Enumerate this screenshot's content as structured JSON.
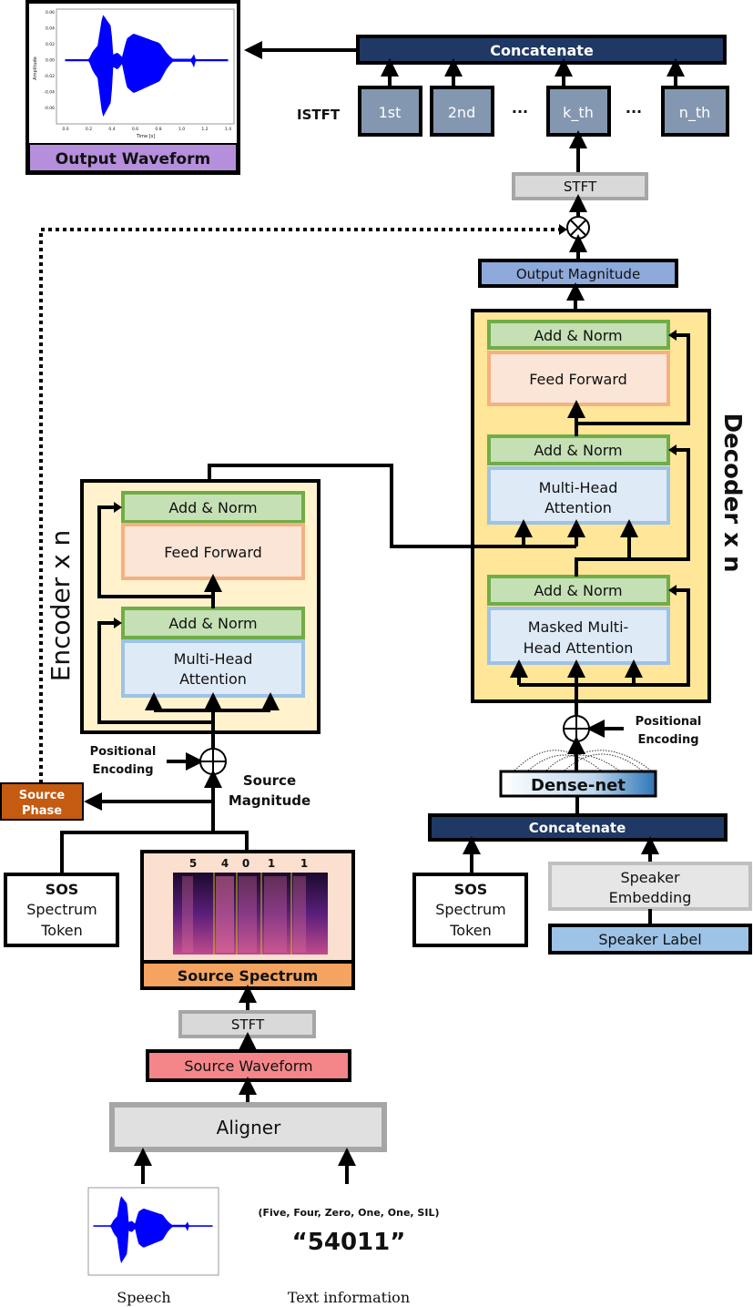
{
  "output_waveform": {
    "label": "Output Waveform",
    "plot": {
      "ylabel": "Amplitude",
      "xlabel": "Time [s]",
      "yticks": [
        "0.06",
        "0.04",
        "0.02",
        "0.00",
        "-0.02",
        "-0.04",
        "-0.06"
      ],
      "xticks": [
        "0.0",
        "0.2",
        "0.4",
        "0.6",
        "0.8",
        "1.0",
        "1.2",
        "1.4"
      ]
    }
  },
  "istft": {
    "label": "ISTFT",
    "concat_label": "Concatenate",
    "frames": [
      "1st",
      "2nd",
      "k_th",
      "n_th"
    ],
    "ellipsis": "···"
  },
  "top_stft": {
    "label": "STFT"
  },
  "multiply_symbol": "⊗",
  "add_symbol": "⊕",
  "output_magnitude": {
    "label": "Output Magnitude"
  },
  "decoder": {
    "title": "Decoder x n",
    "add_norm_1": "Add & Norm",
    "feed_forward": "Feed Forward",
    "add_norm_2": "Add & Norm",
    "mha_line1": "Multi-Head",
    "mha_line2": "Attention",
    "add_norm_3": "Add & Norm",
    "masked_line1": "Masked Multi-",
    "masked_line2": "Head Attention"
  },
  "encoder": {
    "title": "Encoder x n",
    "add_norm_1": "Add & Norm",
    "feed_forward": "Feed Forward",
    "add_norm_2": "Add & Norm",
    "mha_line1": "Multi-Head",
    "mha_line2": "Attention"
  },
  "encoder_pe": {
    "line1": "Positional",
    "line2": "Encoding"
  },
  "decoder_pe": {
    "line1": "Positional",
    "line2": "Encoding"
  },
  "source_phase": {
    "line1": "Source",
    "line2": "Phase"
  },
  "source_magnitude": {
    "line1": "Source",
    "line2": "Magnitude"
  },
  "dense_net": {
    "label": "Dense-net"
  },
  "decoder_concat": {
    "label": "Concatenate"
  },
  "sos_left": {
    "line1": "SOS",
    "line2": "Spectrum",
    "line3": "Token"
  },
  "sos_right": {
    "line1": "SOS",
    "line2": "Spectrum",
    "line3": "Token"
  },
  "speaker_embedding": {
    "line1": "Speaker",
    "line2": "Embedding"
  },
  "speaker_label": {
    "label": "Speaker Label"
  },
  "source_spectrum": {
    "label": "Source Spectrum",
    "digits": [
      "5",
      "4",
      "0",
      "1",
      "1"
    ]
  },
  "bottom_stft": {
    "label": "STFT"
  },
  "source_waveform": {
    "label": "Source Waveform"
  },
  "aligner": {
    "label": "Aligner"
  },
  "inputs": {
    "speech_caption": "Speech",
    "text_caption": "Text information",
    "words": "(Five, Four, Zero, One, One, SIL)",
    "digits": "“54011”"
  },
  "colors": {
    "navy": "#1f3864",
    "frame_blue": "#8497b0",
    "stft_gray": "#d9d9d9",
    "output_mag": "#8eaadb",
    "decoder_bg": "#ffe699",
    "encoder_bg": "#fff2cc",
    "add_norm": "#c5e0b4",
    "add_norm_border": "#70ad47",
    "feed_forward": "#fbe5d6",
    "ff_border": "#f4b183",
    "attention": "#deebf7",
    "attention_border": "#9dc3e6",
    "source_phase": "#c55a11",
    "source_spectrum": "#f4a460",
    "source_waveform": "#f4868a",
    "purple": "#b68fdc",
    "speaker_label": "#9dc3e6"
  }
}
